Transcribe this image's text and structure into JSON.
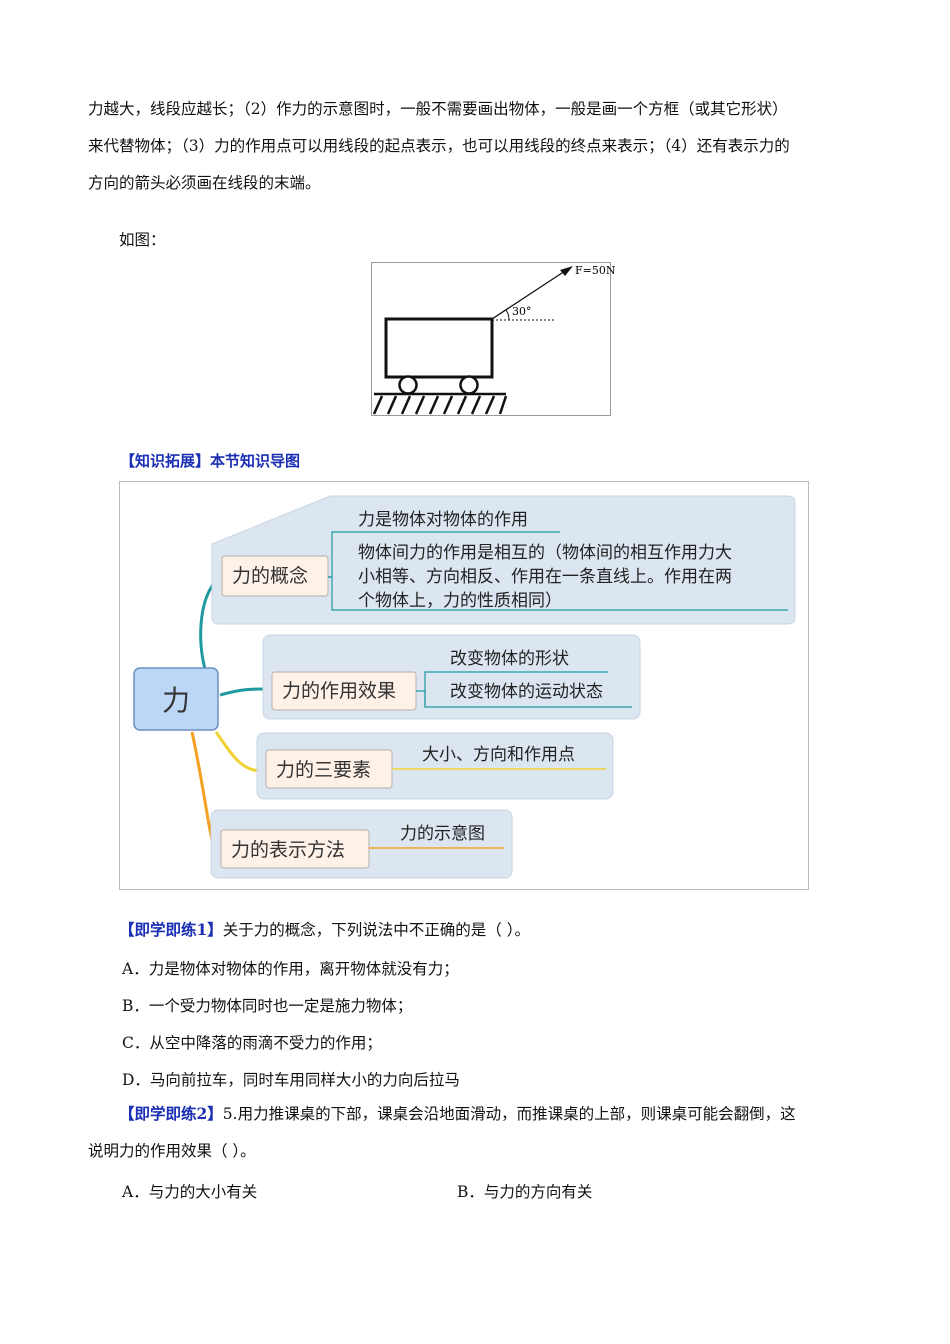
{
  "intro_paragraph": {
    "line1": "力越大，线段应越长；（2）作力的示意图时，一般不需要画出物体，一般是画一个方框（或其它形状）",
    "line2": "来代替物体；（3）力的作用点可以用线段的起点表示，也可以用线段的终点来表示；（4）还有表示力的",
    "line3": "方向的箭头必须画在线段的末端。"
  },
  "figure": {
    "caption": "如图：",
    "force_label": "F=50N",
    "angle_label": "30°"
  },
  "knowledge_section": {
    "heading": "【知识拓展】本节知识导图",
    "mindmap": {
      "root": "力",
      "branches": [
        {
          "label": "力的概念",
          "leaves": [
            "力是物体对物体的作用",
            "物体间力的作用是相互的（物体间的相互作用力大",
            "小相等、方向相反、作用在一条直线上。作用在两",
            "个物体上，力的性质相同）"
          ]
        },
        {
          "label": "力的作用效果",
          "leaves": [
            "改变物体的形状",
            "改变物体的运动状态"
          ]
        },
        {
          "label": "力的三要素",
          "leaves": [
            "大小、方向和作用点"
          ]
        },
        {
          "label": "力的表示方法",
          "leaves": [
            "力的示意图"
          ]
        }
      ],
      "colors": {
        "root_fill": "#bcd7f5",
        "branch_fill": "#fdf1e8",
        "panel_fill": "#dce6f1",
        "teal": "#1f9aa0",
        "yellow": "#f2d233",
        "orange": "#f5a020"
      }
    }
  },
  "exercise1": {
    "label": "【即学即练1】",
    "question": "关于力的概念，下列说法中不正确的是（    ）。",
    "options": {
      "A": "A．力是物体对物体的作用，离开物体就没有力；",
      "B": "B．一个受力物体同时也一定是施力物体；",
      "C": "C．从空中降落的雨滴不受力的作用；",
      "D": "D．马向前拉车，同时车用同样大小的力向后拉马"
    }
  },
  "exercise2": {
    "label": "【即学即练2】",
    "question_line1": "5.用力推课桌的下部，课桌会沿地面滑动，而推课桌的上部，则课桌可能会翻倒，这",
    "question_line2": "说明力的作用效果（    ）。",
    "options": {
      "A": "A．与力的大小有关",
      "B": "B．与力的方向有关"
    }
  }
}
